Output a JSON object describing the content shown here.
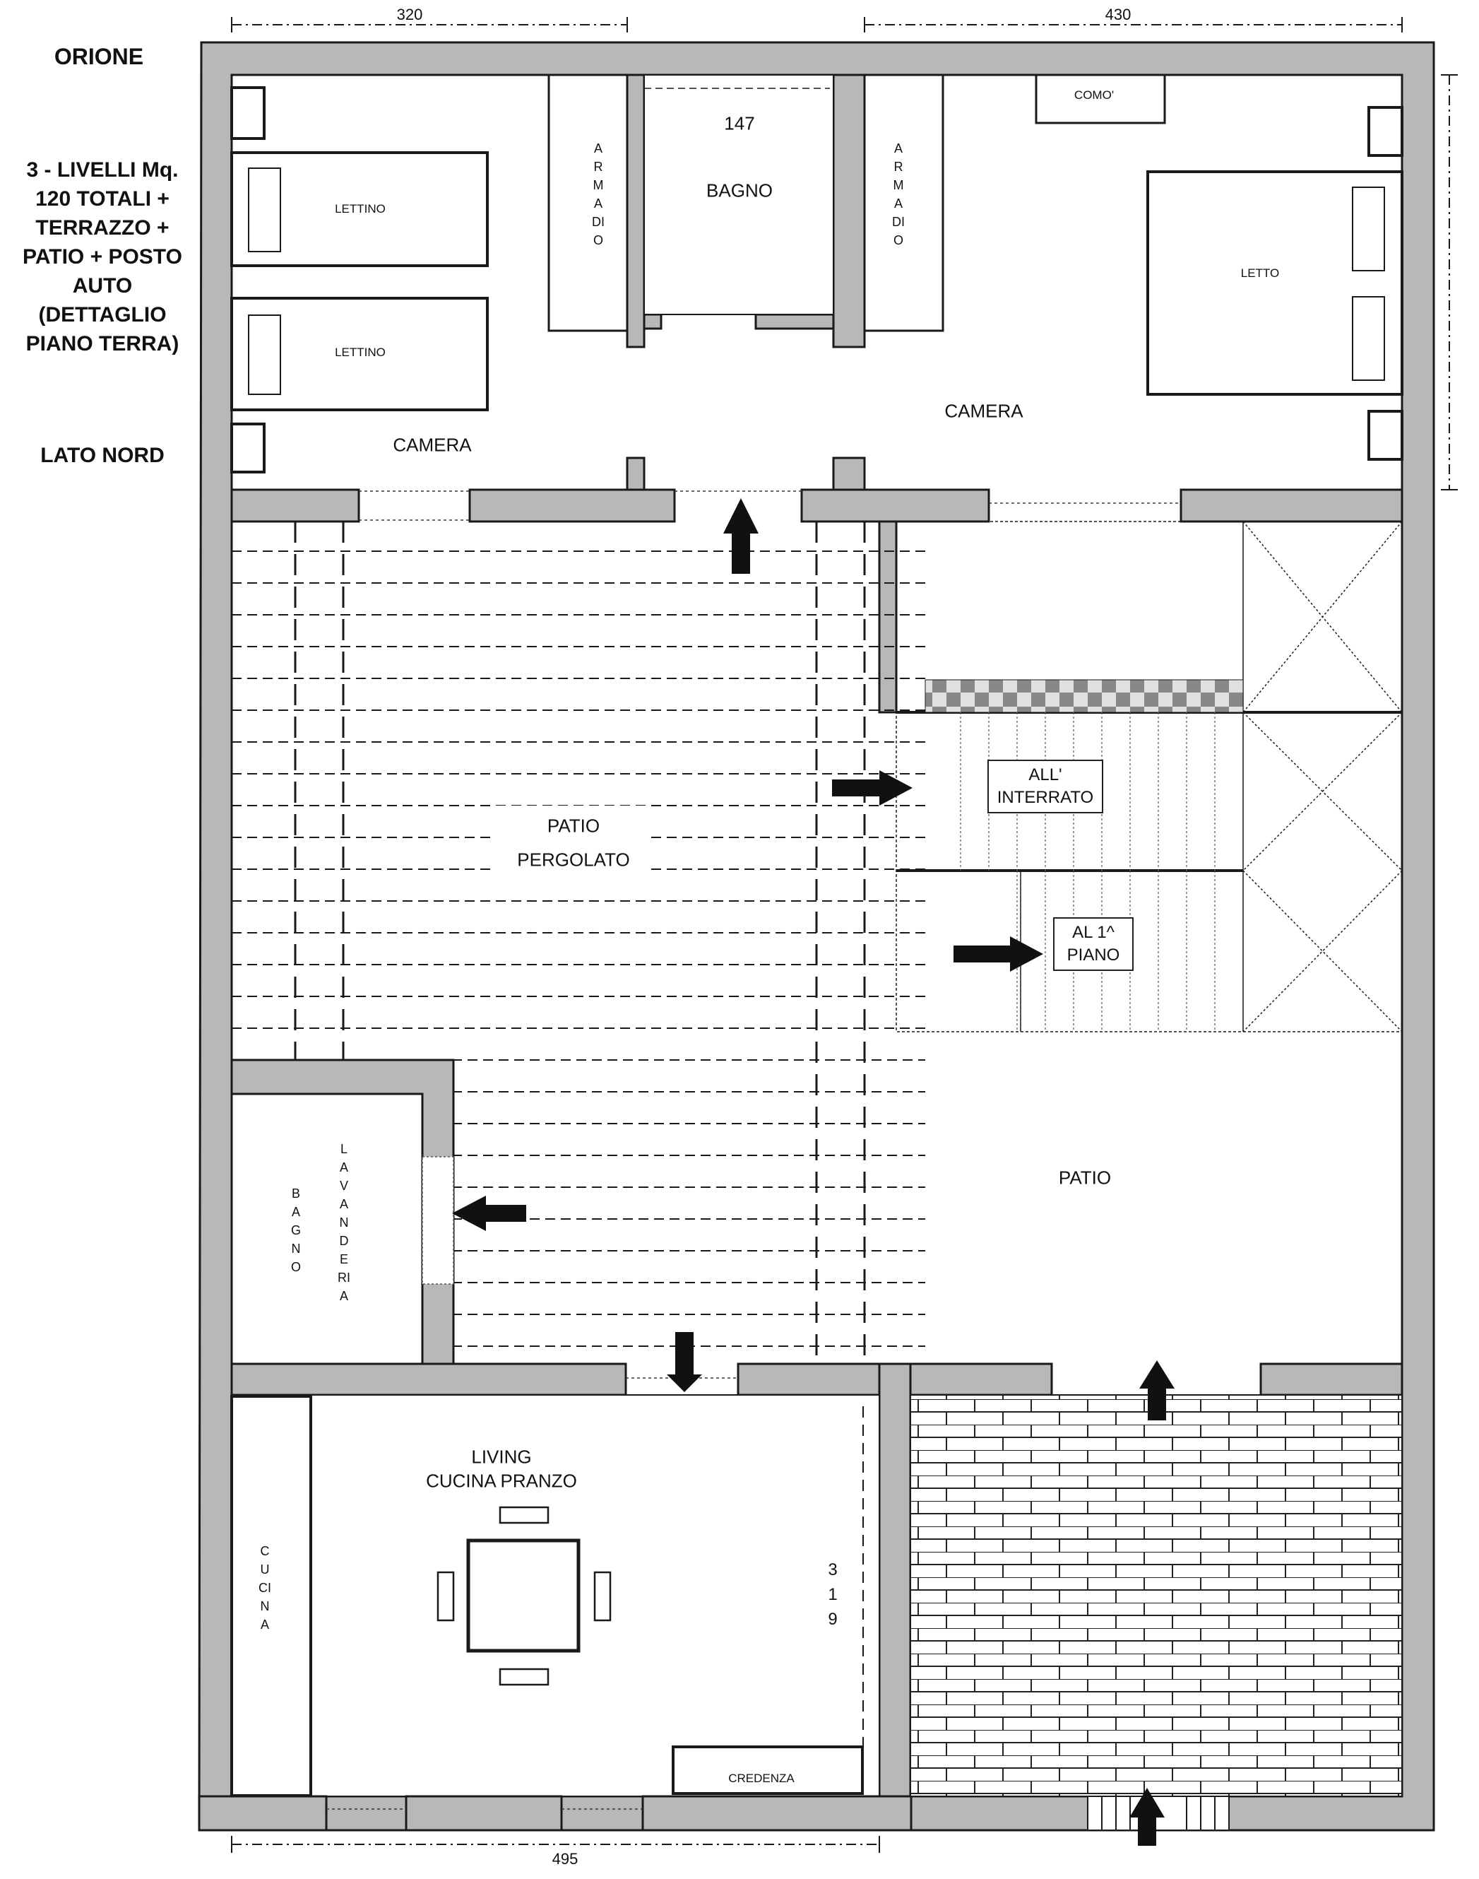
{
  "header": {
    "title": "ORIONE",
    "info": "3 - LIVELLI Mq. 120 TOTALI + TERRAZZO + PATIO + POSTO AUTO (DETTAGLIO PIANO TERRA)",
    "side": "LATO NORD"
  },
  "dimensions": {
    "top_left": "320",
    "top_right": "430",
    "bottom": "495",
    "right_side": "319"
  },
  "rooms": {
    "lettino_1": "LETTINO",
    "lettino_2": "LETTINO",
    "armadio_left": "ARMADIO",
    "bagno_top_number": "147",
    "bagno_top": "BAGNO",
    "armadio_right": "ARMADIO",
    "como": "COMO'",
    "letto": "LETTO",
    "camera_left": "CAMERA",
    "camera_right": "CAMERA",
    "patio_pergolato_1": "PATIO",
    "patio_pergolato_2": "PERGOLATO",
    "stairs_down": "ALL' INTERRATO",
    "stairs_up": "AL 1^ PIANO",
    "patio_right": "PATIO",
    "bagno_bottom": "BAGNO",
    "lavanderia": "LAVANDERIA",
    "living_1": "LIVING",
    "living_2": "CUCINA PRANZO",
    "cucina": "CUCINA",
    "credenza": "CREDENZA"
  },
  "colors": {
    "wall": "#b8b8b8",
    "line": "#1a1a1a",
    "arrow": "#111111"
  },
  "icons": [
    "arrow-up-icon",
    "arrow-right-icon",
    "arrow-left-icon",
    "arrow-down-icon"
  ]
}
